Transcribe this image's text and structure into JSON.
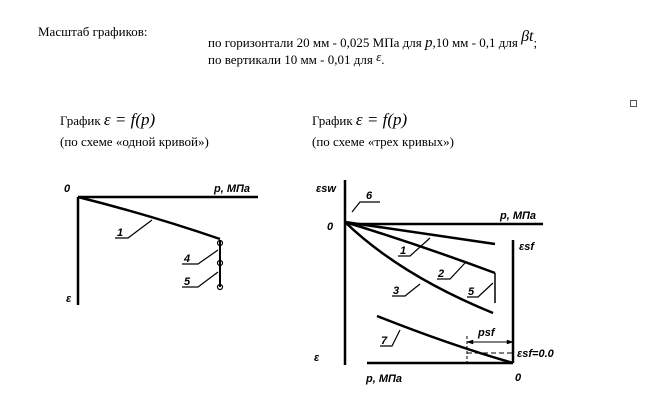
{
  "scale": {
    "heading": "Масштаб графиков:",
    "line1_a": "по горизонтали 20 мм - 0,025 МПа для ",
    "var_p": "p",
    "line1_b": ",10 мм - 0,1 для ",
    "var_beta": "βt",
    "line1_end": ";",
    "line2_a": "по вертикали 10 мм - 0,01 для ",
    "var_eps": "ε",
    "line2_end": "."
  },
  "graph_left": {
    "title_word": "График ",
    "formula": "ε = f(p)",
    "subtitle": "(по схеме «одной кривой»)",
    "origin": "0",
    "x_axis": "p, МПа",
    "y_axis": "ε",
    "labels": [
      "1",
      "4",
      "5"
    ]
  },
  "graph_right": {
    "title_word": "График ",
    "formula": "ε = f(p)",
    "subtitle": "(по схеме «трех  кривых»)",
    "y_top_axis": "εsw",
    "origin_top": "0",
    "x_axis_top": "p, МПа",
    "y_right_axis": "εsf",
    "y_bottom_axis": "ε",
    "x_axis_bottom": "p, МПа",
    "origin_bottom": "0",
    "psf": "psf",
    "esf_zero": "εsf=0.0",
    "labels": [
      "6",
      "1",
      "2",
      "3",
      "5",
      "7"
    ]
  }
}
